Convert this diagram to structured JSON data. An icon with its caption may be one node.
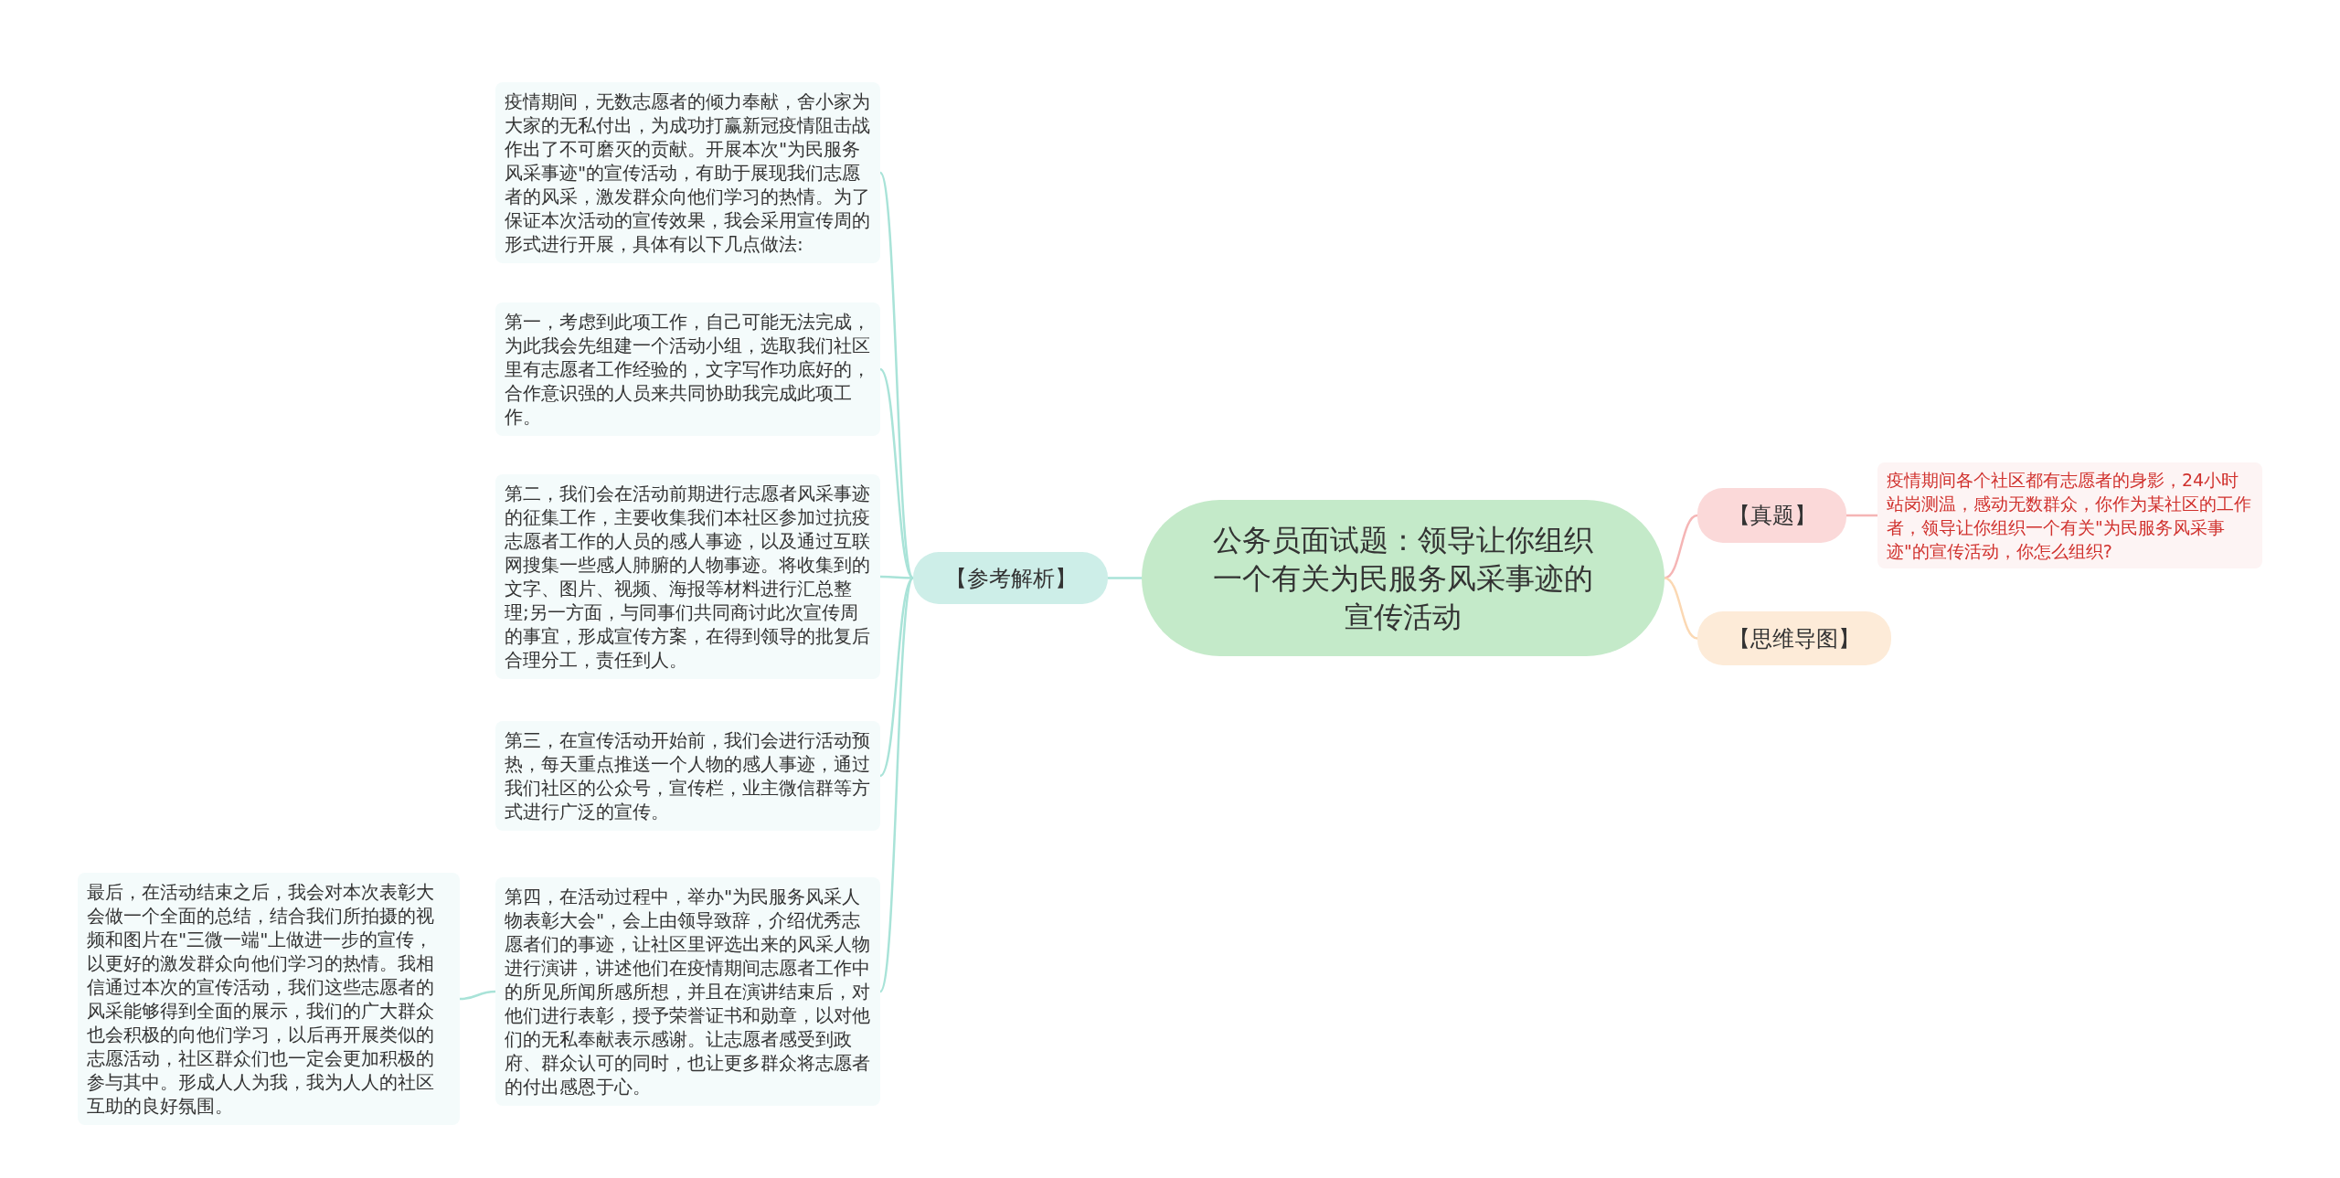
{
  "diagram": {
    "nodes": [
      {
        "text": [
          "公务员面试题：领导让你组织一个有关为民服务风采事迹的宣传活动"
        ]
      },
      {
        "text": [
          "【参考解析】"
        ]
      },
      {
        "text": [
          "疫情期间，无数志愿者的倾力奉献，舍小家为大家的无私付出，为成功打赢新冠疫情阻击战作出了不可磨灭的贡献。开展本次\"为民服务风采事迹\"的宣传活动，有助于展现我们志愿者的风采，激发群众向他们学习的热情。为了保证本次活动的宣传效果，我会采用宣传周的形式进行开展，具体有以下几点做法:"
        ]
      },
      {
        "text": [
          "第一，考虑到此项工作，自己可能无法完成，为此我会先组建一个活动小组，选取我们社区里有志愿者工作经验的，文字写作功底好的，合作意识强的人员来共同协助我完成此项工作。"
        ]
      },
      {
        "text": [
          "第二，我们会在活动前期进行志愿者风采事迹的征集工作，主要收集我们本社区参加过抗疫志愿者工作的人员的感人事迹，以及通过互联网搜集一些感人肺腑的人物事迹。将收集到的文字、图片、视频、海报等材料进行汇总整理;另一方面，与同事们共同商讨此次宣传周的事宜，形成宣传方案，在得到领导的批复后合理分工，责任到人。"
        ]
      },
      {
        "text": [
          "第三，在宣传活动开始前，我们会进行活动预热，每天重点推送一个人物的感人事迹，通过我们社区的公众号，宣传栏，业主微信群等方式进行广泛的宣传。"
        ]
      },
      {
        "text": [
          "第四，在活动过程中，举办\"为民服务风采人物表彰大会\"，会上由领导致辞，介绍优秀志愿者们的事迹，让社区里评选出来的风采人物进行演讲，讲述他们在疫情期间志愿者工作中的所见所闻所感所想，并且在演讲结束后，对他们进行表彰，授予荣誉证书和勋章，以对他们的无私奉献表示感谢。让志愿者感受到政府、群众认可的同时，也让更多群众将志愿者的付出感恩于心。"
        ]
      },
      {
        "text": [
          "最后，在活动结束之后，我会对本次表彰大会做一个全面的总结，结合我们所拍摄的视频和图片在\"三微一端\"上做进一步的宣传，以更好的激发群众向他们学习的热情。我相信通过本次的宣传活动，我们这些志愿者的风采能够得到全面的展示，我们的广大群众也会积极的向他们学习，以后再开展类似的志愿活动，社区群众们也一定会更加积极的参与其中。形成人人为我，我为人人的社区互助的良好氛围。"
        ]
      },
      {
        "text": [
          "【真题】"
        ]
      },
      {
        "text": [
          "疫情期间各个社区都有志愿者的身影，24小时站岗测温，感动无数群众，你作为某社区的工作者，领导让你组织一个有关\"为民服务风采事迹\"的宣传活动，你怎么组织?"
        ]
      },
      {
        "text": [
          "【思维导图】"
        ]
      }
    ],
    "edges": [
      {
        "from": 0,
        "to": 1,
        "arrow": "none"
      },
      {
        "from": 1,
        "to": 2,
        "arrow": "none"
      },
      {
        "from": 1,
        "to": 3,
        "arrow": "none"
      },
      {
        "from": 1,
        "to": 4,
        "arrow": "none"
      },
      {
        "from": 1,
        "to": 5,
        "arrow": "none"
      },
      {
        "from": 1,
        "to": 6,
        "arrow": "none"
      },
      {
        "from": 6,
        "to": 7,
        "arrow": "none"
      },
      {
        "from": 0,
        "to": 8,
        "arrow": "none",
        "color": "#f5b5b5"
      },
      {
        "from": 8,
        "to": 9,
        "arrow": "none",
        "color": "#f5b5b5"
      },
      {
        "from": 0,
        "to": 10,
        "arrow": "none",
        "color": "#fbd8b3"
      }
    ]
  }
}
